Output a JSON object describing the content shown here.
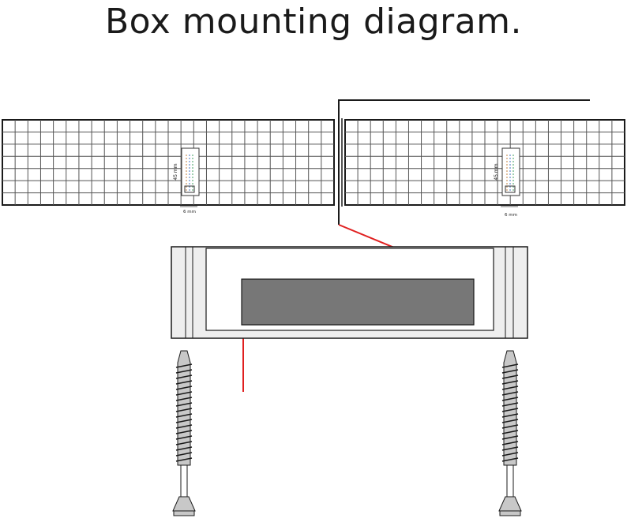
{
  "title": "Box mounting diagram.",
  "annotations": {
    "slot_height_label": "45 mm",
    "slot_width_label": "6 mm"
  },
  "colors": {
    "outline": "#1a1a1a",
    "grid_line": "#555555",
    "guide_line": "#e02020",
    "inner_block": "#777777",
    "box_fill": "#eeeeee",
    "screw_fill": "#c8c8c8"
  }
}
